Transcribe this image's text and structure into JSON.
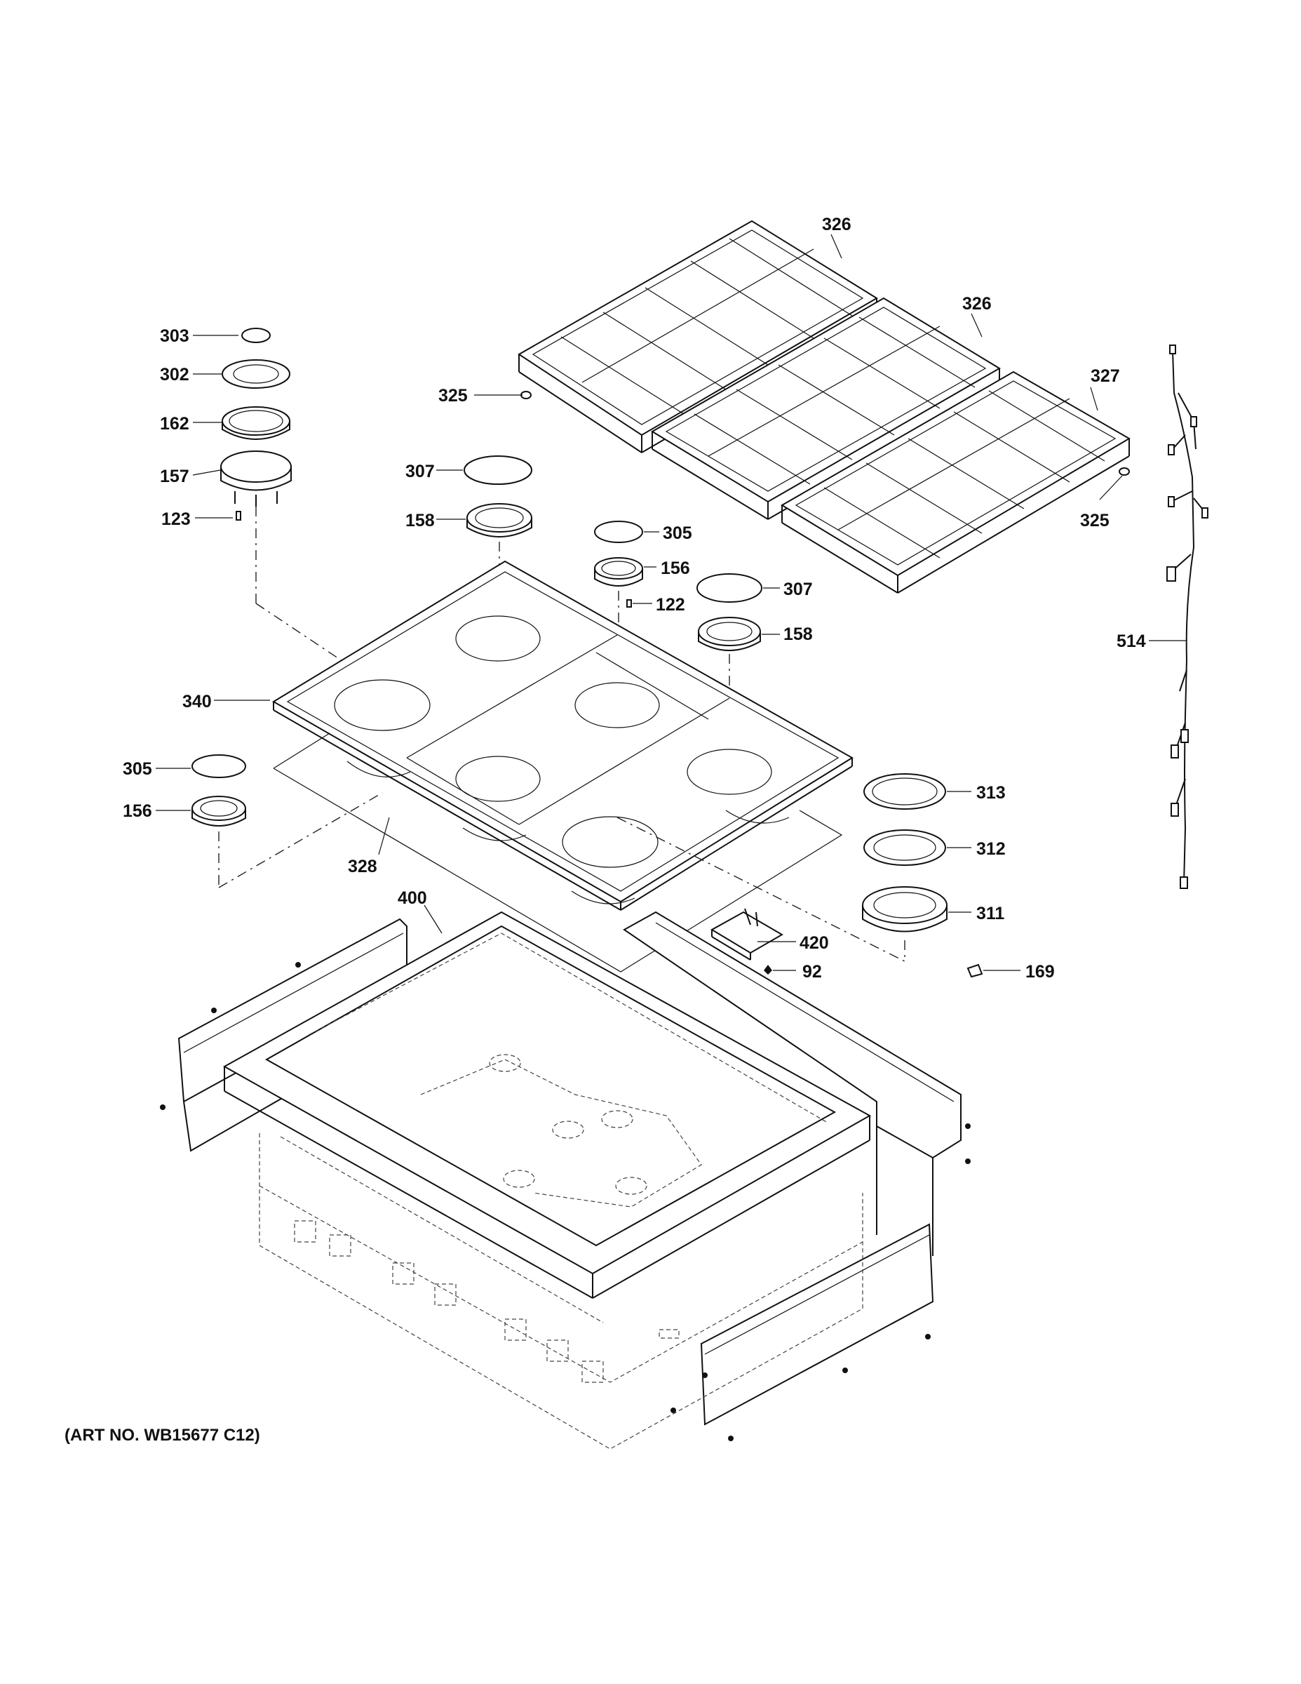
{
  "art_number": "(ART NO. WB15677 C12)",
  "callouts": [
    {
      "id": "c303",
      "text": "303"
    },
    {
      "id": "c302",
      "text": "302"
    },
    {
      "id": "c162",
      "text": "162"
    },
    {
      "id": "c157",
      "text": "157"
    },
    {
      "id": "c123",
      "text": "123"
    },
    {
      "id": "c307a",
      "text": "307"
    },
    {
      "id": "c158a",
      "text": "158"
    },
    {
      "id": "c305a",
      "text": "305"
    },
    {
      "id": "c156a",
      "text": "156"
    },
    {
      "id": "c122",
      "text": "122"
    },
    {
      "id": "c307b",
      "text": "307"
    },
    {
      "id": "c158b",
      "text": "158"
    },
    {
      "id": "c340",
      "text": "340"
    },
    {
      "id": "c305b",
      "text": "305"
    },
    {
      "id": "c156b",
      "text": "156"
    },
    {
      "id": "c328",
      "text": "328"
    },
    {
      "id": "c400",
      "text": "400"
    },
    {
      "id": "c313",
      "text": "313"
    },
    {
      "id": "c312",
      "text": "312"
    },
    {
      "id": "c311",
      "text": "311"
    },
    {
      "id": "c420",
      "text": "420"
    },
    {
      "id": "c92",
      "text": "92"
    },
    {
      "id": "c169",
      "text": "169"
    },
    {
      "id": "c326a",
      "text": "326"
    },
    {
      "id": "c326b",
      "text": "326"
    },
    {
      "id": "c327",
      "text": "327"
    },
    {
      "id": "c325a",
      "text": "325"
    },
    {
      "id": "c325b",
      "text": "325"
    },
    {
      "id": "c514",
      "text": "514"
    }
  ]
}
